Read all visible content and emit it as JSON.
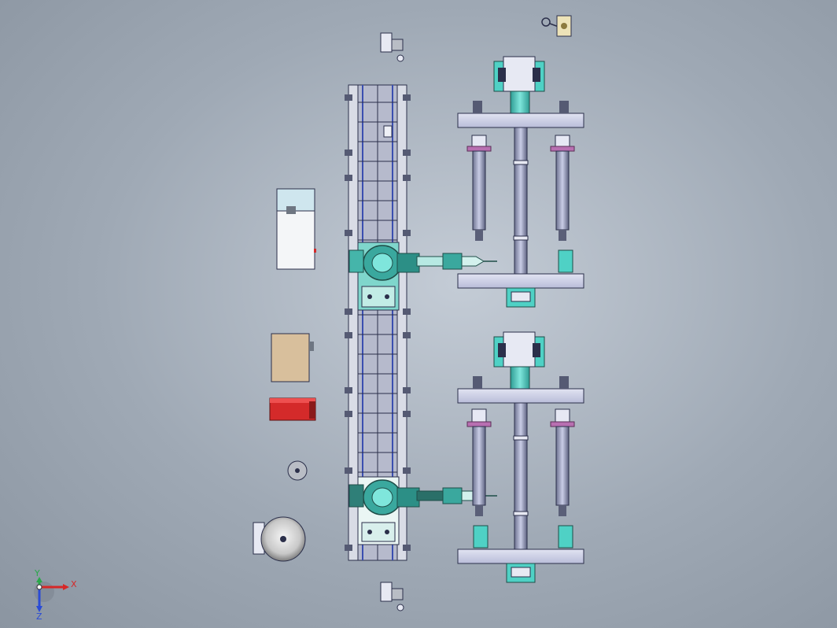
{
  "scene": {
    "type": "cad-assembly-top-view",
    "background": "#a7b0bb",
    "palette": {
      "steel": "#c9cde6",
      "steel_dark": "#5a5f78",
      "teal": "#4fd1c5",
      "teal_dark": "#2c8f86",
      "robot": "#3aa89e",
      "rail": "#2b2f4a",
      "cabinet_white": "#f4f6f8",
      "cabinet_tan": "#d8bf9c",
      "cabinet_red": "#d42a2a",
      "magenta": "#b86fb1"
    }
  },
  "axis_triad": {
    "x_label": "X",
    "y_label": "Y",
    "z_label": "Z",
    "x_color": "#d62828",
    "y_color": "#2aa84a",
    "z_color": "#2a4bd6"
  }
}
